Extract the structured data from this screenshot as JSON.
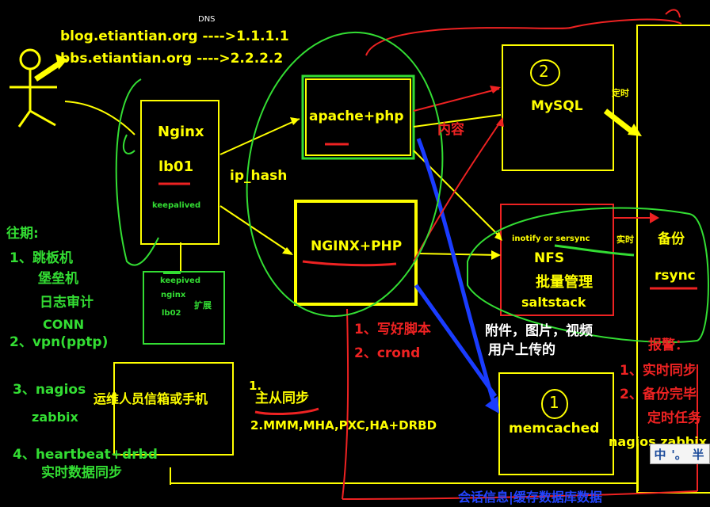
{
  "dns": {
    "title": "DNS",
    "line1": "blog.etiantian.org ---->1.1.1.1",
    "line2": "bbs.etiantian.org ---->2.2.2.2"
  },
  "nodes": {
    "nginx_lb01": {
      "title": "Nginx",
      "sub": "lb01",
      "note": "keepalived"
    },
    "nginx_lb02": {
      "line1": "keepived",
      "line2": "nginx",
      "line3": "lb02",
      "side": "扩展"
    },
    "apache_php": {
      "label": "apache+php"
    },
    "nginx_php": {
      "label": "NGINX+PHP"
    },
    "mysql": {
      "label": "MySQL",
      "badge": "2"
    },
    "nfs": {
      "small": "inotify or sersync",
      "label": "NFS",
      "line2": "批量管理",
      "line3": "saltstack"
    },
    "memcached": {
      "label": "memcached",
      "badge": "1"
    },
    "ops": {
      "label": "运维人员信箱或手机"
    },
    "backup": {
      "title": "备份",
      "label": "rsync"
    }
  },
  "edge_labels": {
    "ip_hash": "ip_hash",
    "content": "内容",
    "timed": "定时",
    "realtime": "实时"
  },
  "left_notes": [
    "往期:",
    "1、跳板机",
    "堡垒机",
    "日志审计",
    "CONN",
    "2、vpn(pptp)",
    "3、nagios",
    "zabbix",
    "4、heartbeat+drbd",
    "实时数据同步"
  ],
  "script_notes": [
    "1、写好脚本",
    "2、crond"
  ],
  "attach_notes": [
    "附件，图片，视频",
    "用户上传的"
  ],
  "sync_notes": {
    "n1": "1.",
    "master_slave": "主从同步",
    "n2": "2.MMM,MHA,PXC,HA+DRBD"
  },
  "alarm_notes": [
    "报警：",
    "1、实时同步",
    "2、备份完毕",
    "定时任务",
    "nagios zabbix"
  ],
  "bottom_text": "会话信息|缓存数据库数据",
  "ime": [
    "中",
    "'。",
    "半"
  ]
}
